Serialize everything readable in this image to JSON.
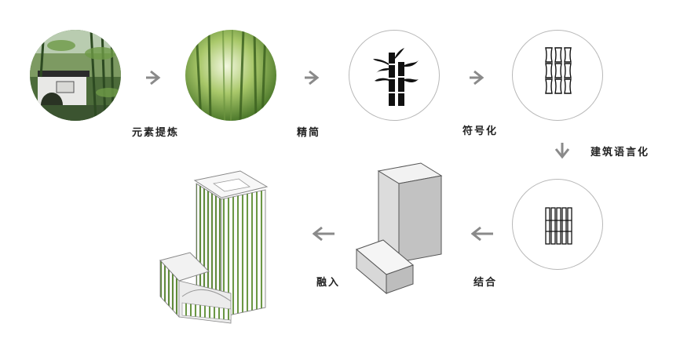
{
  "steps": {
    "s1": {
      "label": "元素提炼"
    },
    "s2": {
      "label": "精简"
    },
    "s3": {
      "label": "符号化"
    },
    "s4": {
      "label": "建筑语言化"
    },
    "s5": {
      "label": "结合"
    },
    "s6": {
      "label": "融入"
    }
  },
  "colors": {
    "arrow": "#8a8a8a",
    "circle_border": "#b8b8b8",
    "bamboo_green": "#5f8a3a",
    "symbol_black": "#111111"
  }
}
